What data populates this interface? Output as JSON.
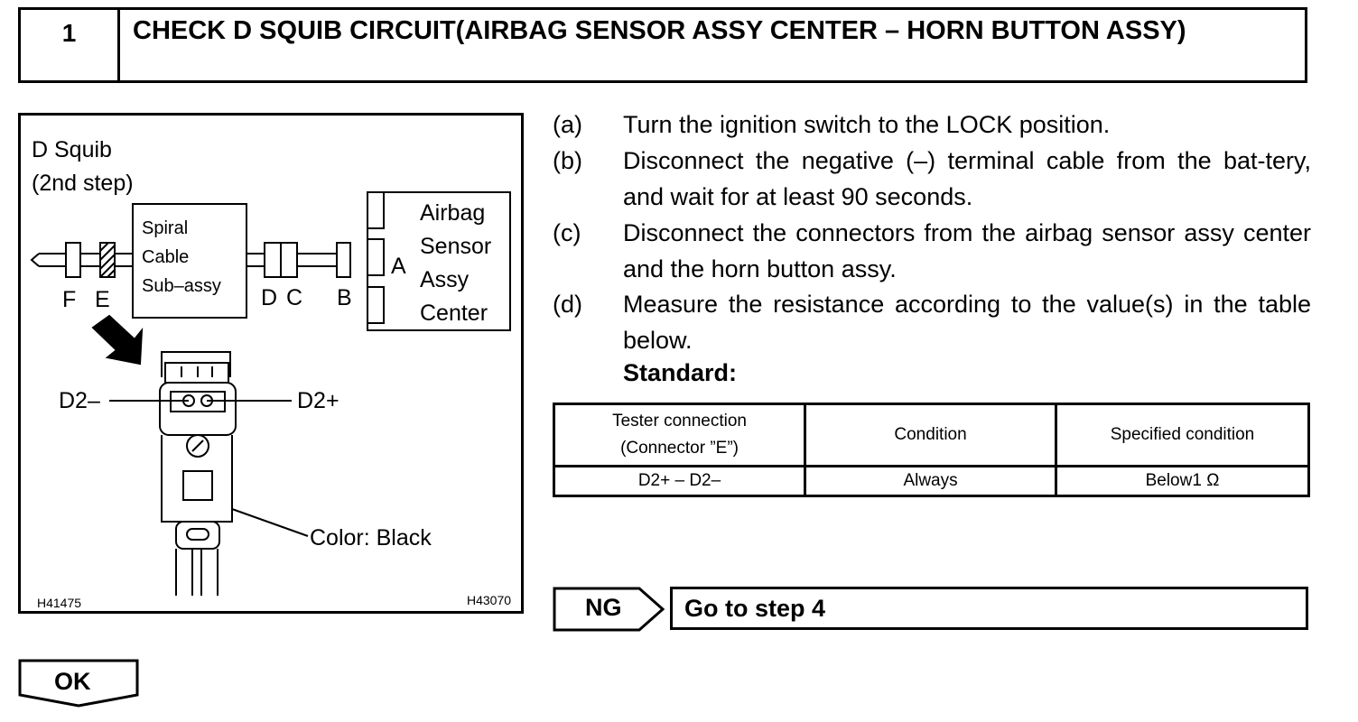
{
  "header": {
    "step_number": "1",
    "title": "CHECK D SQUIB CIRCUIT(AIRBAG SENSOR ASSY CENTER – HORN BUTTON ASSY)"
  },
  "figure": {
    "caption_line1": "D Squib",
    "caption_line2": "(2nd step)",
    "spiral_line1": "Spiral",
    "spiral_line2": "Cable",
    "spiral_line3": "Sub–assy",
    "conn_f": "F",
    "conn_e": "E",
    "conn_d": "D",
    "conn_c": "C",
    "conn_b": "B",
    "conn_a": "A",
    "sensor_line1": "Airbag",
    "sensor_line2": "Sensor",
    "sensor_line3": "Assy",
    "sensor_line4": "Center",
    "d2_minus": "D2–",
    "d2_plus": "D2+",
    "color_label": "Color: Black",
    "code_left": "H41475",
    "code_right": "H43070"
  },
  "steps": [
    {
      "label": "(a)",
      "text": "Turn the ignition switch to the LOCK position."
    },
    {
      "label": "(b)",
      "text": "Disconnect the negative (–) terminal cable from the bat-tery, and wait for at least 90 seconds."
    },
    {
      "label": "(c)",
      "text": "Disconnect the connectors from the airbag sensor assy center and the horn button assy."
    },
    {
      "label": "(d)",
      "text": "Measure the resistance according to the value(s) in the table below."
    }
  ],
  "standard_label": "Standard:",
  "table": {
    "headers": [
      "Tester connection",
      "(Connector ”E”)",
      "Condition",
      "Specified condition"
    ],
    "rows": [
      [
        "D2+ – D2–",
        "Always",
        "Below1 Ω"
      ]
    ]
  },
  "ng": {
    "label": "NG",
    "action": "Go to step 4"
  },
  "ok": {
    "label": "OK"
  }
}
